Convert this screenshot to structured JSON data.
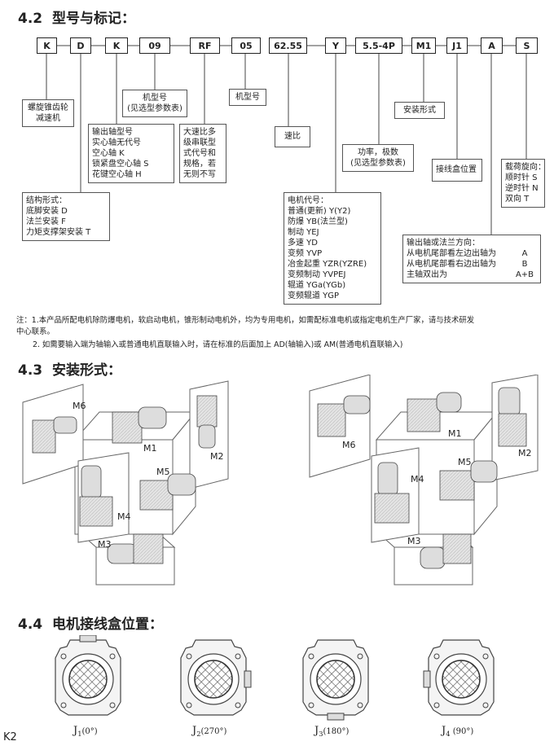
{
  "s42": {
    "num": "4.2",
    "title": "型号与标记："
  },
  "codes": [
    "K",
    "D",
    "K",
    "09",
    "RF",
    "05",
    "62.55",
    "Y",
    "5.5-4P",
    "M1",
    "J1",
    "A",
    "S"
  ],
  "boxes": {
    "gear_reducer": [
      "螺旋锥齿轮",
      "减速机"
    ],
    "base_no": [
      "机型号",
      "(见选型参数表)"
    ],
    "machine_no": [
      "机型号"
    ],
    "output_shaft": [
      "输出轴型号",
      "实心轴无代号",
      "空心轴 K",
      "锁紧盘空心轴 S",
      "花键空心轴 H"
    ],
    "big_ratio": [
      "大速比多",
      "级串联型",
      "式代号和",
      "规格，若",
      "无则不写"
    ],
    "ratio": [
      "速比"
    ],
    "power": [
      "功率，极数",
      "(见选型参数表)"
    ],
    "mount": [
      "安装形式"
    ],
    "junction": [
      "接线盒位置"
    ],
    "load_dir": [
      "载荷旋向：",
      "顺时针 S",
      "逆时针 N",
      "双向 T"
    ],
    "structure": [
      "结构形式：",
      "底脚安装  D",
      "法兰安装  F",
      "力矩支撑架安装  T"
    ],
    "motor": [
      "电机代号：",
      "普通(更新) Y(Y2)",
      "防爆 YB(法兰型)",
      "制动 YEJ",
      "多速 YD",
      "变频 YVP",
      "冶金起重 YZR(YZRE)",
      "变频制动 YVPEJ",
      "辊道 YGa(YGb)",
      "变频辊道 YGP"
    ],
    "output_dir": {
      "title": "输出轴或法兰方向：",
      "rows": [
        {
          "text": "从电机尾部看左边出轴为",
          "code": "A"
        },
        {
          "text": "从电机尾部看右边出轴为",
          "code": "B"
        },
        {
          "text": "主轴双出为",
          "code": "A+B"
        }
      ]
    }
  },
  "notes": {
    "n1": "注：1.本产品所配电机除防爆电机，软启动电机，锥形制动电机外，均为专用电机，如需配标准电机或指定电机生产厂家，请与技术研发",
    "n1b": "中心联系。",
    "n2": "2. 如需要输入端为轴输入或普通电机直联输入时，请在标准的后面加上 AD(轴输入)或 AM(普通电机直联输入)"
  },
  "s43": {
    "num": "4.3",
    "title": "安装形式："
  },
  "mount_labels": [
    "M1",
    "M2",
    "M3",
    "M4",
    "M5",
    "M6"
  ],
  "s44": {
    "num": "4.4",
    "title": "电机接线盒位置："
  },
  "jbox": [
    {
      "sym": "J",
      "sub": "1",
      "ang": "(0°)"
    },
    {
      "sym": "J",
      "sub": "2",
      "ang": "(270°)"
    },
    {
      "sym": "J",
      "sub": "3",
      "ang": "(180°)"
    },
    {
      "sym": "J",
      "sub": "4",
      "ang": " (90°)"
    }
  ],
  "footer": "K2"
}
